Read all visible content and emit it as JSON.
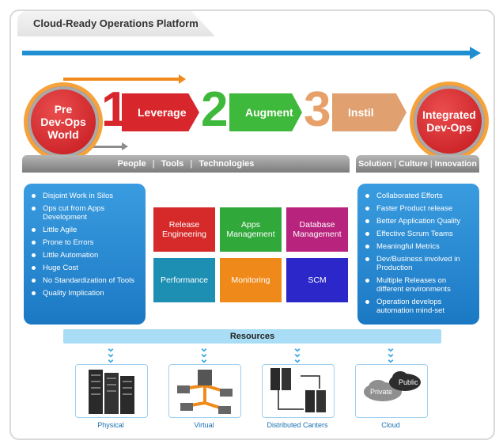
{
  "title": "Cloud-Ready Operations Platform",
  "start_circle": {
    "line1": "Pre",
    "line2": "Dev-Ops",
    "line3": "World"
  },
  "end_circle": {
    "line1": "Integrated",
    "line2": "Dev-Ops"
  },
  "steps": [
    {
      "number": "1",
      "label": "Leverage",
      "color": "#d7262c"
    },
    {
      "number": "2",
      "label": "Augment",
      "color": "#3fb93b"
    },
    {
      "number": "3",
      "label": "Instil",
      "color": "#e8a06b"
    }
  ],
  "left_bar": {
    "items": [
      "People",
      "Tools",
      "Technologies"
    ],
    "sep": "|"
  },
  "right_bar": {
    "items": [
      "Solution",
      "Culture",
      "Innovation"
    ],
    "sep": "|"
  },
  "left_panel": [
    "Disjoint Work in Silos",
    "Ops cut from Apps Development",
    "Little Agile",
    "Prone to Errors",
    "Little Automation",
    "Huge Cost",
    "No Standardization of Tools",
    "Quality Implication"
  ],
  "right_panel": [
    "Collaborated Efforts",
    "Faster Product release",
    "Better Application Quality",
    "Effective Scrum Teams",
    "Meaningful Metrics",
    "Dev/Business involved in Production",
    "Multiple Releases on different environments",
    "Operation develops automation mind-set"
  ],
  "boxes": [
    {
      "label": "Release Engineering",
      "color": "#d62a2a"
    },
    {
      "label": "Apps Management",
      "color": "#30a83a"
    },
    {
      "label": "Database Management",
      "color": "#b8237d"
    },
    {
      "label": "Performance",
      "color": "#1d8fb3"
    },
    {
      "label": "Monitoring",
      "color": "#ef8a1a"
    },
    {
      "label": "SCM",
      "color": "#2b27c9"
    }
  ],
  "resources": {
    "title": "Resources",
    "items": [
      "Physical",
      "Virtual",
      "Distributed Canters",
      "Cloud"
    ],
    "cloud_labels": {
      "private": "Private",
      "public": "Public"
    }
  }
}
